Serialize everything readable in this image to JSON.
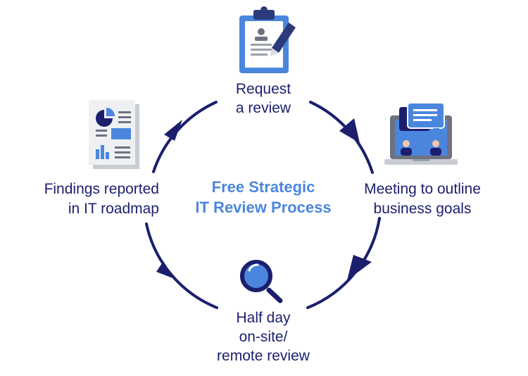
{
  "title": {
    "line1": "Free Strategic",
    "line2": "IT Review Process"
  },
  "steps": [
    {
      "lines": [
        "Request",
        "a review"
      ],
      "icon": "clipboard-pen-icon"
    },
    {
      "lines": [
        "Meeting to outline",
        "business goals"
      ],
      "icon": "laptop-chat-icon"
    },
    {
      "lines": [
        "Half day",
        "on-site/",
        "remote review"
      ],
      "icon": "magnifier-icon"
    },
    {
      "lines": [
        "Findings reported",
        "in IT roadmap"
      ],
      "icon": "report-document-icon"
    }
  ],
  "colors": {
    "cycle": "#1b1f6e",
    "accent": "#4b86de",
    "label": "#1b1f6e",
    "gray": "#c9ccd3",
    "dark_gray": "#6e7280"
  }
}
